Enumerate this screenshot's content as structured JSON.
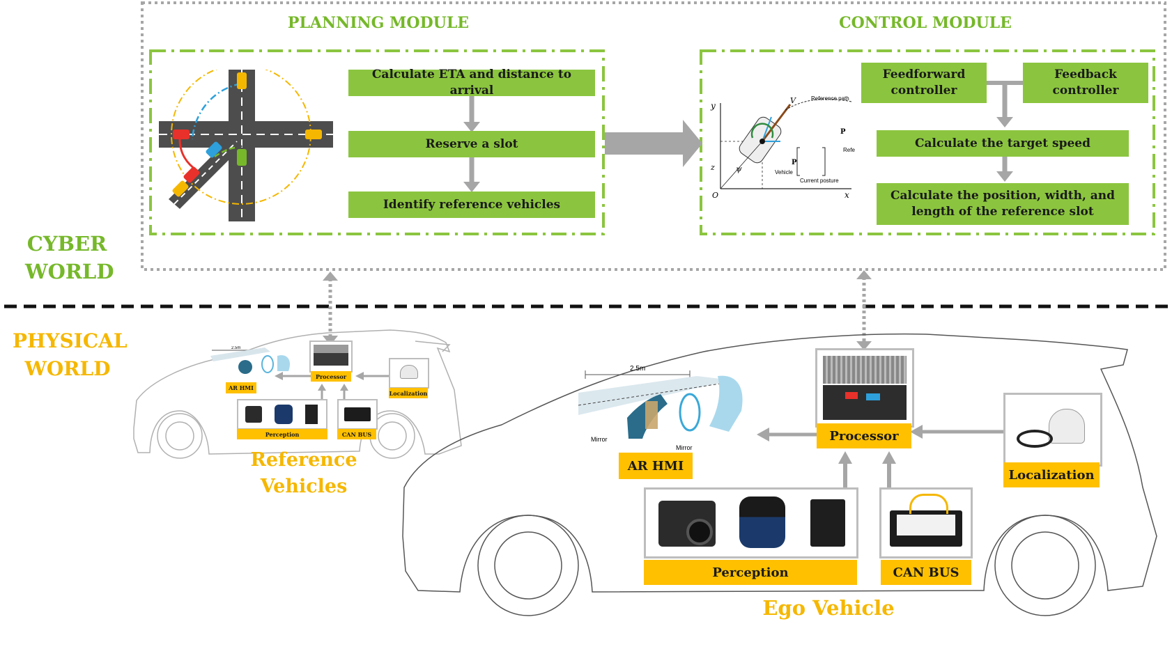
{
  "cyber_world": {
    "label_line1": "CYBER",
    "label_line2": "WORLD",
    "planning": {
      "title": "PLANNING MODULE",
      "steps": [
        "Calculate ETA and distance to arrival",
        "Reserve a slot",
        "Identify reference vehicles"
      ]
    },
    "control": {
      "title": "CONTROL MODULE",
      "feedforward_line1": "Feedforward",
      "feedforward_line2": "controller",
      "feedback_line1": "Feedback",
      "feedback_line2": "controller",
      "target_speed": "Calculate the target speed",
      "slot_line1": "Calculate the position, width, and",
      "slot_line2": "length of the reference slot"
    },
    "vehicle_model": {
      "reference_path": "Reference path",
      "vehicle": "Vehicle",
      "current_posture": "Current posture",
      "axis_y0": "y",
      "axis_x0": "x",
      "axis_z0": "z",
      "origin": "O",
      "psi": "ψ",
      "v": "V",
      "pc": "P",
      "pr": "P",
      "ref_short": "Refe"
    }
  },
  "physical_world": {
    "label_line1": "PHYSICAL",
    "label_line2": "WORLD",
    "reference_vehicles": {
      "caption_line1": "Reference",
      "caption_line2": "Vehicles",
      "ar_hmi": "AR HMI",
      "processor": "Processor",
      "localization": "Localization",
      "perception": "Perception",
      "can_bus": "CAN BUS",
      "distance": "2.5m"
    },
    "ego_vehicle": {
      "caption": "Ego Vehicle",
      "ar_hmi": "AR HMI",
      "processor": "Processor",
      "localization": "Localization",
      "perception": "Perception",
      "can_bus": "CAN BUS",
      "distance": "2.5m",
      "mirror_left": "Mirror",
      "mirror_right": "Mirror"
    }
  },
  "colors": {
    "green": "#8bc53f",
    "green_title": "#76b82a",
    "yellow": "#ffc000",
    "yellow_title": "#f5b700",
    "gray_arrow": "#a6a6a6"
  }
}
